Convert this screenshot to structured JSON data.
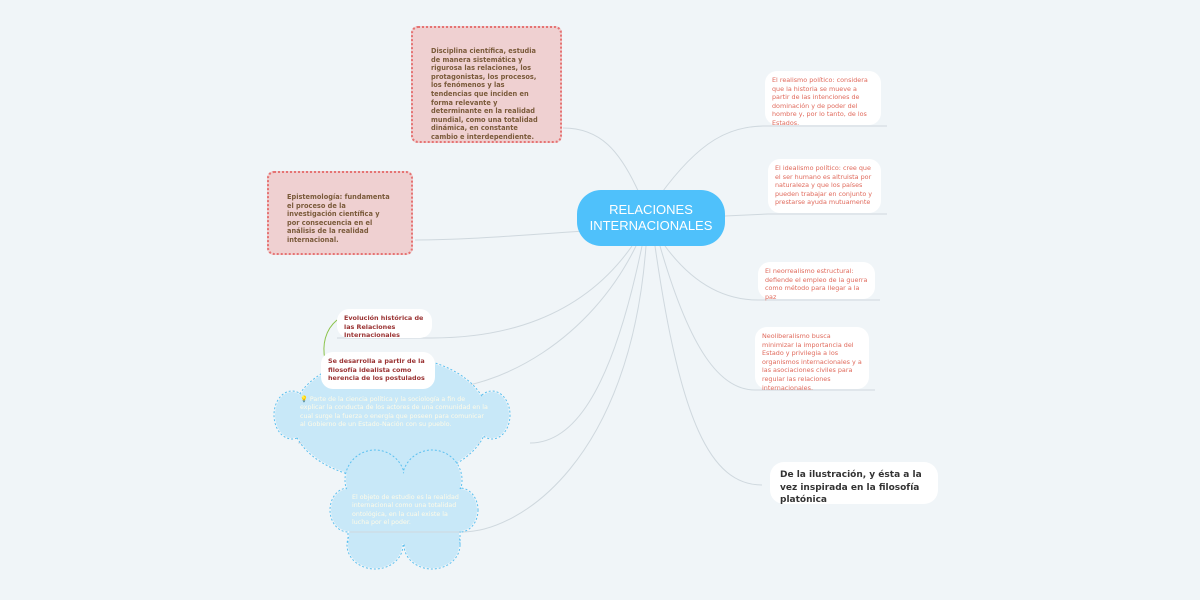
{
  "central": "RELACIONES INTERNACIONALES",
  "left_nodes": {
    "disciplina": "Disciplina científica, estudia de manera sistemática y rigurosa las relaciones, los protagonistas, los procesos, los fenómenos y las tendencias que inciden en forma relevante y determinante en la realidad mundial, como una totalidad dinámica, en constante cambio e interdependiente.",
    "epistemologia": "Epistemología: fundamenta el proceso de la investigación científica y por consecuencia en el análisis de la realidad internacional.",
    "evolucion": "Evolución histórica de las Relaciones Internacionales",
    "se_desarrolla": "Se desarrolla a partir de la filosofía idealista como herencia de los postulados",
    "cloud1": "Parte de la ciencia política y la sociología a fin de explicar la conducta de los actores de una comunidad en la cual surge la fuerza o energía que poseen para comunicar al Gobierno de un Estado-Nación con su pueblo.",
    "cloud2": "El objeto de estudio es la realidad internacional como una totalidad ontológica, en la cual existe la lucha por el poder."
  },
  "right_nodes": {
    "realismo": "El realismo político: considera que la historia se mueve a partir de las intenciones de dominación y de poder del hombre y, por lo tanto, de los Estados.",
    "idealismo": "El idealismo político: cree que el ser humano es altruista por naturaleza y que los países pueden trabajar en conjunto y prestarse ayuda mutuamente",
    "neorrealismo": "El neorrealismo estructural: defiende el empleo de la guerra como método para llegar a la paz",
    "neoliberalismo": "Neoliberalismo busca minimizar la importancia del Estado y privilegia a los organismos internacionales y a las asociaciones civiles para regular las relaciones internacionales.",
    "ilustracion": "De la ilustración, y ésta a la vez inspirada en la filosofía platónica"
  },
  "colors": {
    "central": "#4fc1fb",
    "pink": "#efd0d1",
    "cloud": "#c8e8f8"
  }
}
